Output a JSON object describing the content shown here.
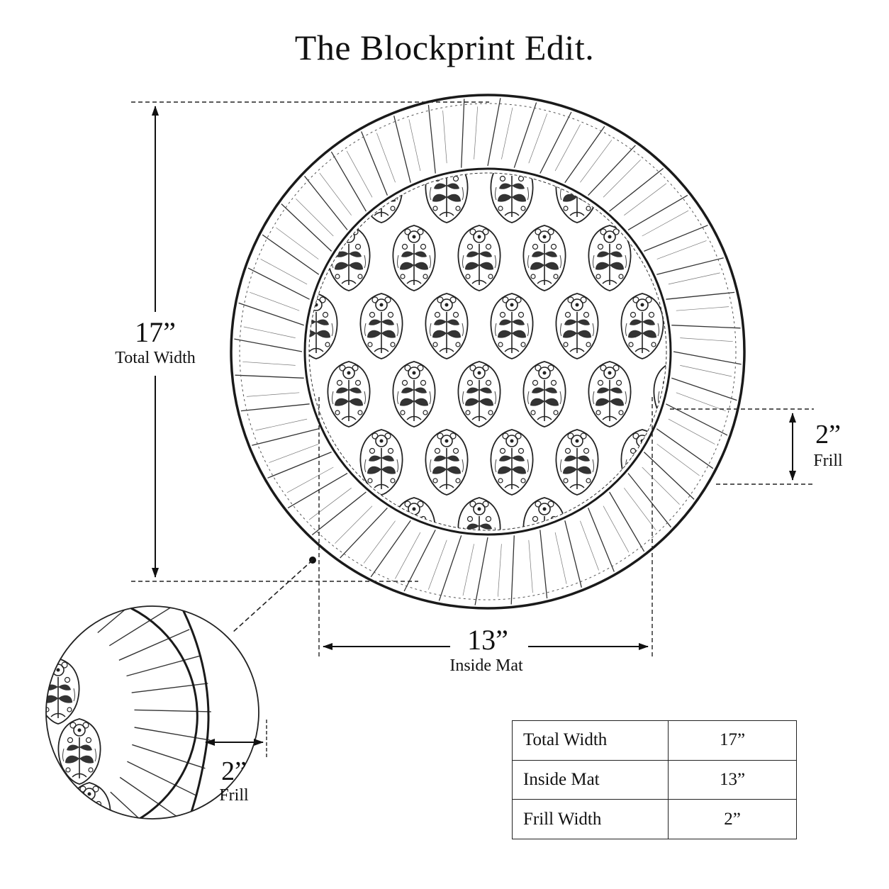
{
  "title": "The Blockprint Edit.",
  "dimensions": {
    "total_width": {
      "value": "17”",
      "label": "Total Width"
    },
    "inside_mat": {
      "value": "13”",
      "label": "Inside Mat"
    },
    "frill": {
      "value": "2”",
      "label": "Frill"
    },
    "detail_frill": {
      "value": "2”",
      "label": "Frill"
    }
  },
  "spec_table": [
    {
      "label": "Total Width",
      "value": "17”"
    },
    {
      "label": "Inside Mat",
      "value": "13”"
    },
    {
      "label": "Frill Width",
      "value": "2”"
    }
  ],
  "icons": {
    "motif": "floral-paisley-block-print-icon",
    "frill": "pleated-frill-icon"
  },
  "colors": {
    "ink": "#111111",
    "paper": "#ffffff"
  }
}
